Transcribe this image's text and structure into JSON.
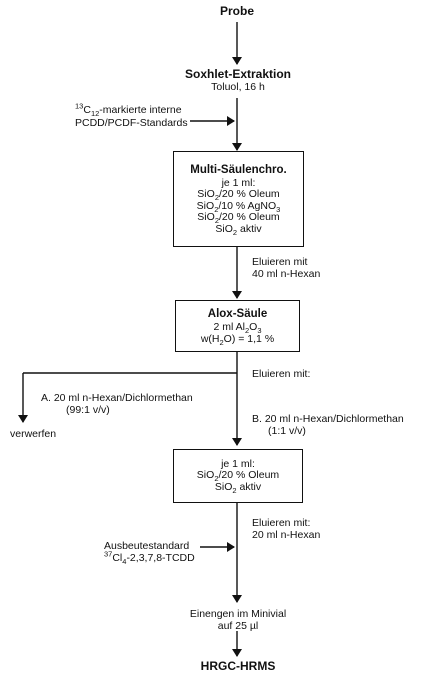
{
  "nodes": {
    "probe": "Probe",
    "soxhlet_title": "Soxhlet-Extraktion",
    "soxhlet_sub": "Toluol, 16 h",
    "standards_line1_mass": "13",
    "standards_line1_C": "C",
    "standards_line1_sub": "12",
    "standards_line1_rest": "-markierte interne",
    "standards_line2": "PCDD/PCDF-Standards",
    "multi_title": "Multi-Säulenchro.",
    "multi_lines": [
      "je 1 ml:",
      "SiO2/20 % Oleum",
      "SiO2/10 % AgNO3",
      "SiO2/20 % Oleum",
      "SiO2 aktiv"
    ],
    "eluate1_line1": "Eluieren mit",
    "eluate1_line2": "40 ml n-Hexan",
    "alox_title": "Alox-Säule",
    "alox_line1": "2 ml Al2O3",
    "alox_line2": "w(H2O) = 1,1 %",
    "eluate2": "Eluieren mit:",
    "branchA_line1": "A.  20 ml n-Hexan/Dichlormethan",
    "branchA_line2": "(99:1 v/v)",
    "discard": "verwerfen",
    "branchB_line1": "B.  20 ml n-Hexan/Dichlormethan",
    "branchB_line2": "(1:1 v/v)",
    "box3_line1": "je 1 ml:",
    "box3_line2": "SiO2/20 % Oleum",
    "box3_line3": "SiO2 aktiv",
    "eluate3_line1": "Eluieren mit:",
    "eluate3_line2": "20 ml n-Hexan",
    "recovery_line1": "Ausbeutestandard",
    "recovery_line2": "37Cl4-2,3,7,8-TCDD",
    "concentrate_line1": "Einengen im Minivial",
    "concentrate_line2": "auf 25 µl",
    "final": "HRGC-HRMS"
  }
}
